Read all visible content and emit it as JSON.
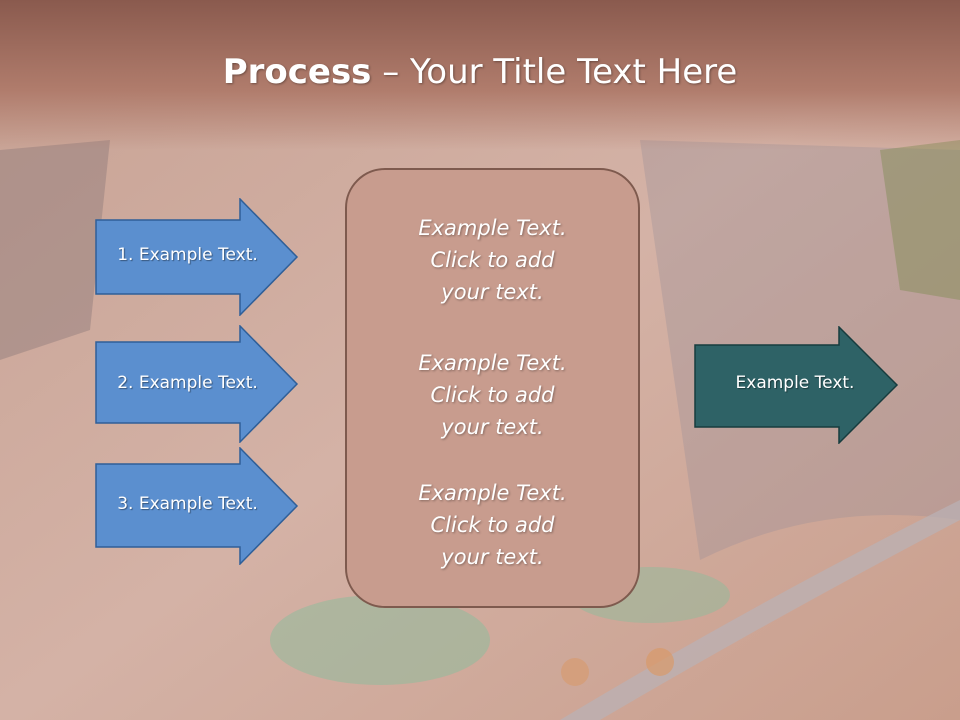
{
  "title": {
    "bold": "Process",
    "rest": " – Your Title Text Here"
  },
  "left_arrows": [
    "1. Example Text.",
    "2. Example Text.",
    "3. Example Text."
  ],
  "center_blocks": [
    "Example Text.\nClick  to add\nyour text.",
    "Example Text.\nClick  to add\nyour text.",
    "Example Text.\nClick  to add\nyour text."
  ],
  "right_arrow": "Example Text.",
  "colors": {
    "left_arrow": "#5b8fcf",
    "right_arrow": "#2e6266",
    "center_box": "#c89c8e"
  }
}
